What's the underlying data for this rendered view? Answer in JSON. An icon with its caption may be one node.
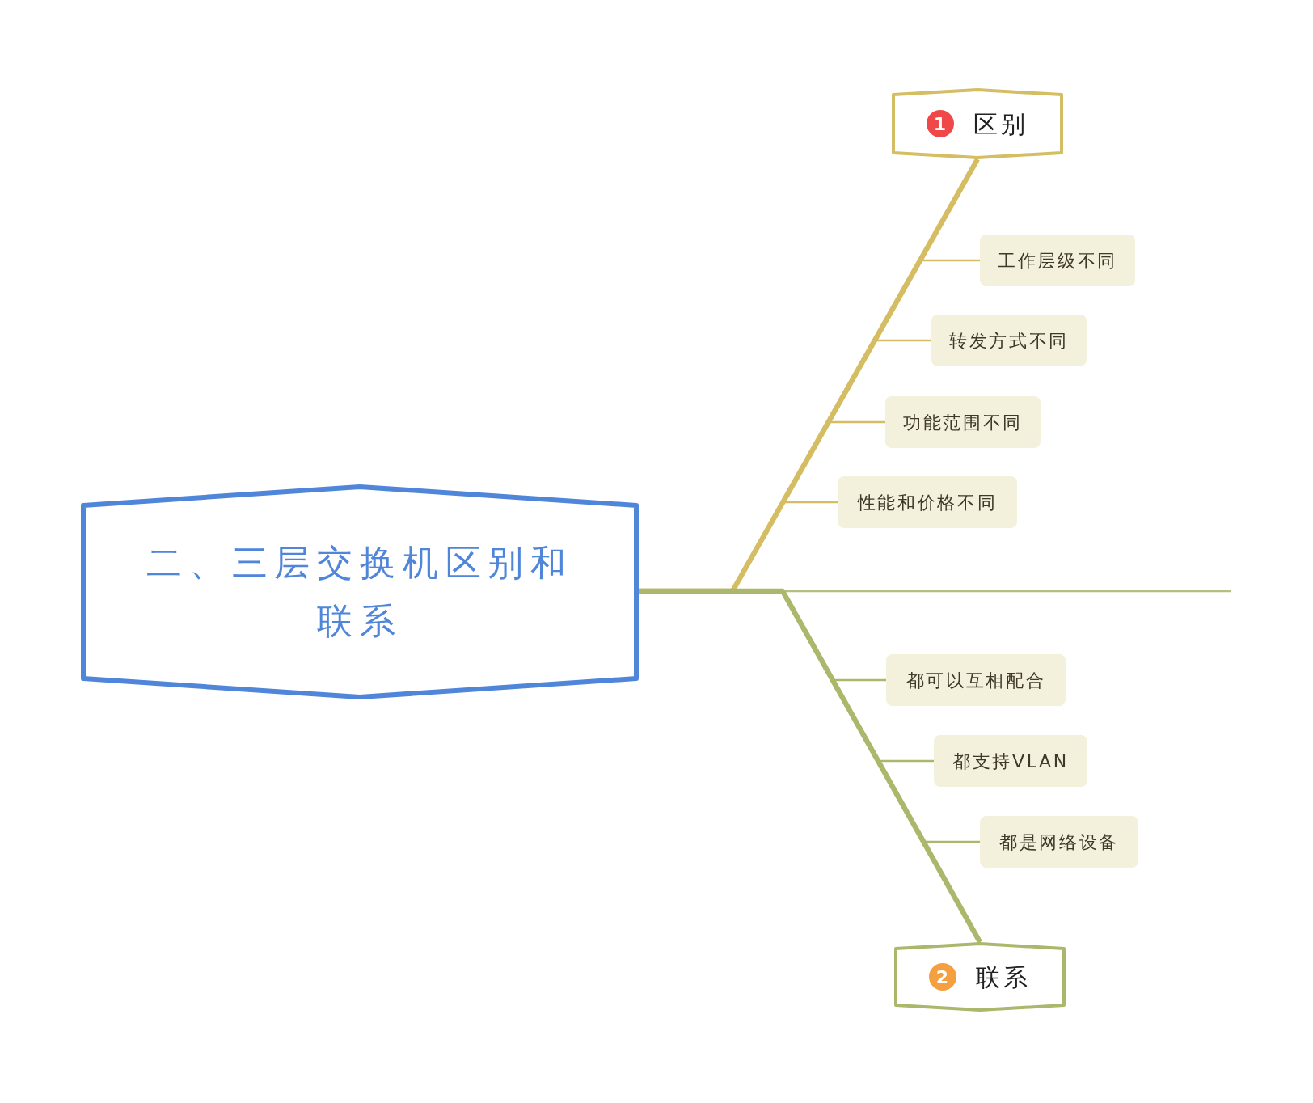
{
  "diagram": {
    "nodes": [
      {
        "text": [
          "二、三层交换机区别和联系"
        ]
      },
      {
        "text": [
          "1",
          "区别"
        ]
      },
      {
        "text": [
          "工作层级不同"
        ]
      },
      {
        "text": [
          "转发方式不同"
        ]
      },
      {
        "text": [
          "功能范围不同"
        ]
      },
      {
        "text": [
          "性能和价格不同"
        ]
      },
      {
        "text": [
          "2",
          "联系"
        ]
      },
      {
        "text": [
          "都可以互相配合"
        ]
      },
      {
        "text": [
          "都支持VLAN"
        ]
      },
      {
        "text": [
          "都是网络设备"
        ]
      }
    ],
    "edges": [
      {
        "from": 0,
        "to": null,
        "arrow": "none",
        "color": "#b7bd7e"
      },
      {
        "from": 0,
        "to": 1,
        "arrow": "none",
        "style": "thick",
        "color": "#d4bd62"
      },
      {
        "from": 1,
        "to": 2,
        "arrow": "none",
        "color": "#d4bd62"
      },
      {
        "from": 1,
        "to": 3,
        "arrow": "none",
        "color": "#d4bd62"
      },
      {
        "from": 1,
        "to": 4,
        "arrow": "none",
        "color": "#d4bd62"
      },
      {
        "from": 1,
        "to": 5,
        "arrow": "none",
        "color": "#d4bd62"
      },
      {
        "from": 0,
        "to": 6,
        "arrow": "none",
        "style": "thick",
        "color": "#abb86c"
      },
      {
        "from": 6,
        "to": 7,
        "arrow": "none",
        "color": "#abb86c"
      },
      {
        "from": 6,
        "to": 8,
        "arrow": "none",
        "color": "#abb86c"
      },
      {
        "from": 6,
        "to": 9,
        "arrow": "none",
        "color": "#abb86c"
      }
    ]
  }
}
